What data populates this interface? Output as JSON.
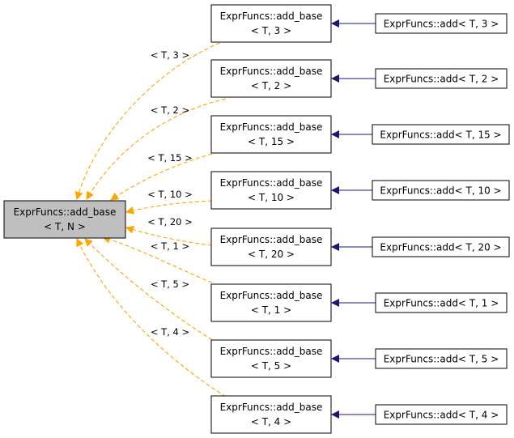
{
  "colors": {
    "root_fill": "#bfbfbf",
    "node_fill": "#ffffff",
    "border": "#000000",
    "template_edge": "#ffa500",
    "inherit_edge": "#191970"
  },
  "root": {
    "line1": "ExprFuncs::add_base",
    "line2": "< T, N >"
  },
  "rows": [
    {
      "base_line1": "ExprFuncs::add_base",
      "base_line2": "< T, 3 >",
      "derived": "ExprFuncs::add< T, 3 >",
      "edge_label": "< T, 3 >"
    },
    {
      "base_line1": "ExprFuncs::add_base",
      "base_line2": "< T, 2 >",
      "derived": "ExprFuncs::add< T, 2 >",
      "edge_label": "< T, 2 >"
    },
    {
      "base_line1": "ExprFuncs::add_base",
      "base_line2": "< T, 15 >",
      "derived": "ExprFuncs::add< T, 15 >",
      "edge_label": "< T, 15 >"
    },
    {
      "base_line1": "ExprFuncs::add_base",
      "base_line2": "< T, 10 >",
      "derived": "ExprFuncs::add< T, 10 >",
      "edge_label": "< T, 10 >"
    },
    {
      "base_line1": "ExprFuncs::add_base",
      "base_line2": "< T, 20 >",
      "derived": "ExprFuncs::add< T, 20 >",
      "edge_label": "< T, 20 >"
    },
    {
      "base_line1": "ExprFuncs::add_base",
      "base_line2": "< T, 1 >",
      "derived": "ExprFuncs::add< T, 1 >",
      "edge_label": "< T, 1 >"
    },
    {
      "base_line1": "ExprFuncs::add_base",
      "base_line2": "< T, 5 >",
      "derived": "ExprFuncs::add< T, 5 >",
      "edge_label": "< T, 5 >"
    },
    {
      "base_line1": "ExprFuncs::add_base",
      "base_line2": "< T, 4 >",
      "derived": "ExprFuncs::add< T, 4 >",
      "edge_label": "< T, 4 >"
    }
  ]
}
